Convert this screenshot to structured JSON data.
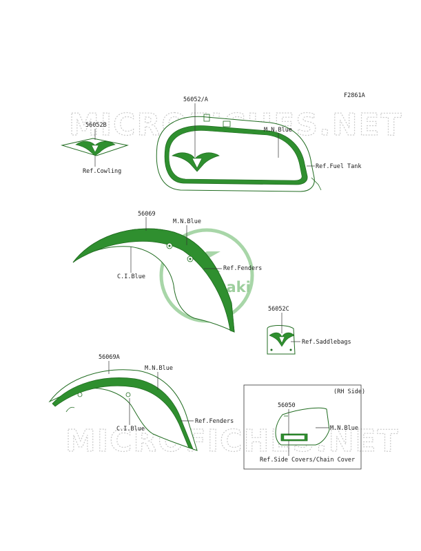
{
  "figure_code": "F2861A",
  "watermark": {
    "text": "MICROFICHES.NET",
    "logo_text": "Kawasaki"
  },
  "labels": {
    "p56052a": "56052/A",
    "p56052b": "56052B",
    "ref_cowling": "Ref.Cowling",
    "mn_blue_tank": "M.N.Blue",
    "ref_fuel_tank": "Ref.Fuel Tank",
    "p56069": "56069",
    "mn_blue_front": "M.N.Blue",
    "ref_fenders_front": "Ref.Fenders",
    "ci_blue_front": "C.I.Blue",
    "p56052c": "56052C",
    "ref_saddlebags": "Ref.Saddlebags",
    "p56069a": "56069A",
    "mn_blue_rear": "M.N.Blue",
    "ref_fenders_rear": "Ref.Fenders",
    "ci_blue_rear": "C.I.Blue",
    "rh_side": "(RH Side)",
    "p56050": "56050",
    "mn_blue_side": "M.N.Blue",
    "ref_side_covers": "Ref.Side Covers/Chain Cover"
  },
  "colors": {
    "stripe_green": "#2f8f2f",
    "outline_green": "#1f6b1f",
    "watermark_gray": "#c9c9c9"
  }
}
